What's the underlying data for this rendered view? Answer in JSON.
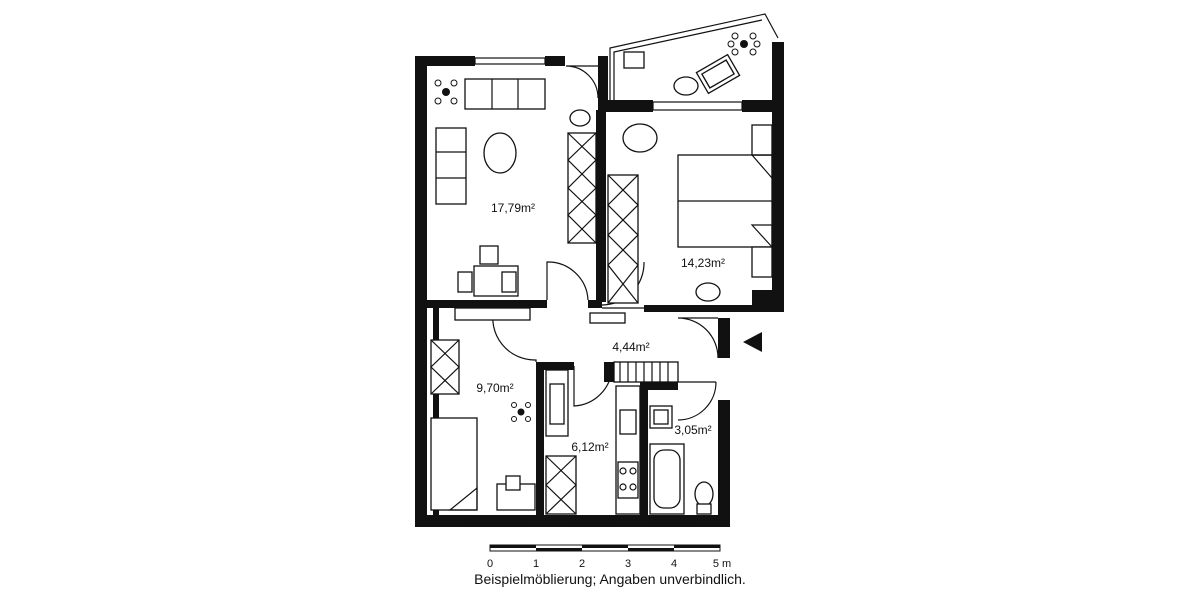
{
  "rooms": {
    "living": "17,79m²",
    "bedroom": "14,23m²",
    "hall": "4,44m²",
    "child": "9,70m²",
    "kitchen": "6,12m²",
    "bath": "3,05m²"
  },
  "scale": {
    "ticks": [
      "0",
      "1",
      "2",
      "3",
      "4",
      "5 m"
    ]
  },
  "note": "Beispielmöblierung; Angaben unverbindlich.",
  "colors": {
    "wall": "#111111",
    "background": "#ffffff"
  },
  "icons": [
    "plant-icon",
    "entrance-arrow-icon"
  ]
}
